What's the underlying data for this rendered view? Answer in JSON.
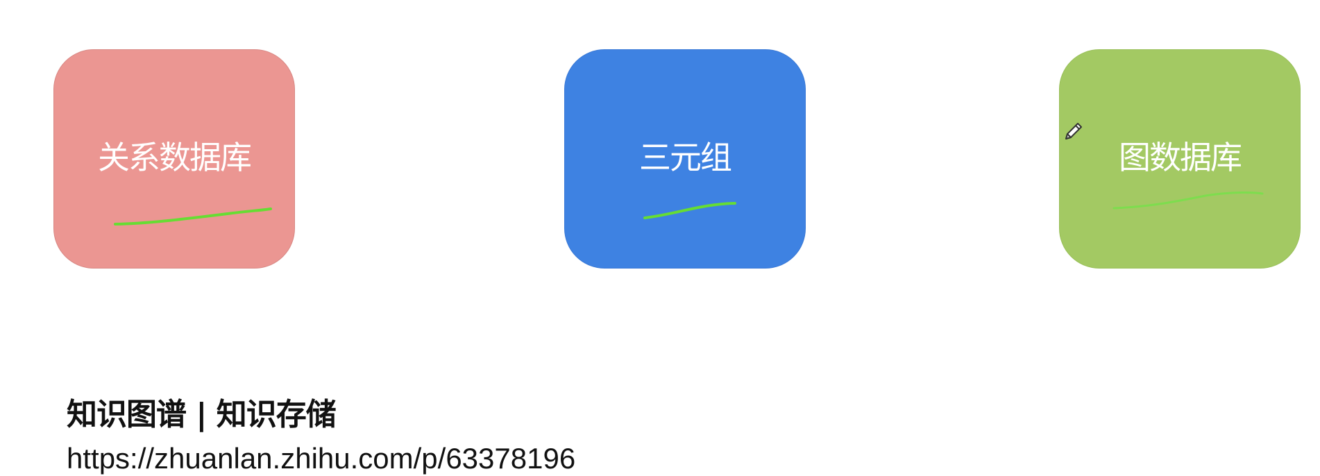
{
  "cards": [
    {
      "label": "关系数据库",
      "color": "#eb9692"
    },
    {
      "label": "三元组",
      "color": "#3e82e2"
    },
    {
      "label": "图数据库",
      "color": "#a3c963"
    }
  ],
  "annotation": {
    "stroke_color": "#66dd33",
    "cursor_icon": "pencil-icon"
  },
  "footer": {
    "title": "知识图谱 | 知识存储",
    "url": "https://zhuanlan.zhihu.com/p/63378196"
  }
}
